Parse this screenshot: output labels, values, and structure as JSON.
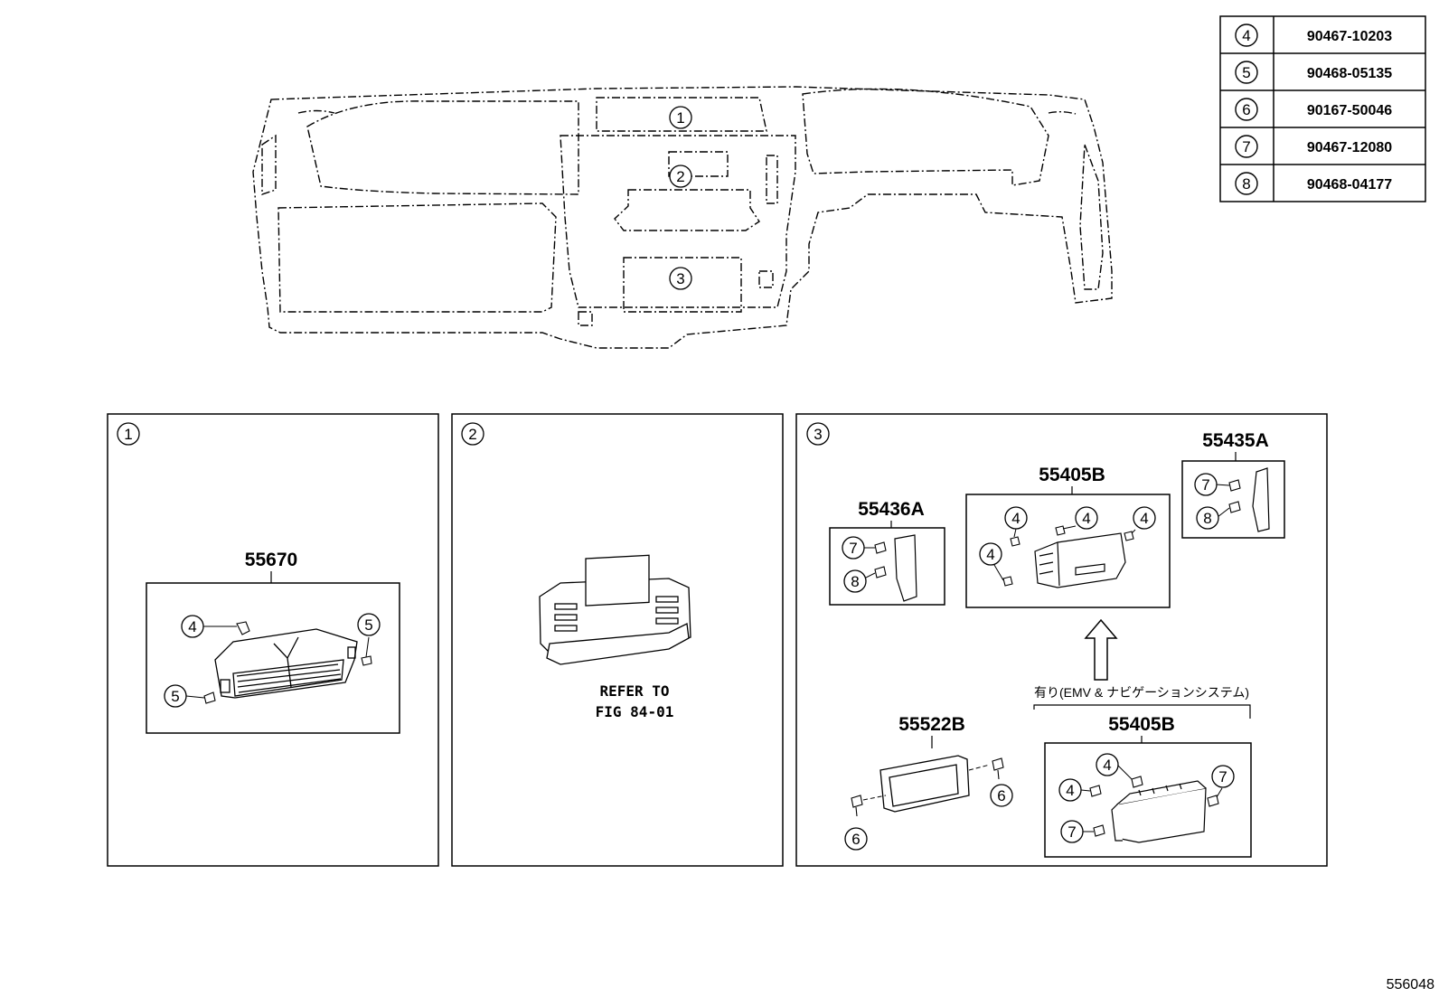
{
  "part_table": [
    {
      "ref": "4",
      "part": "90467-10203"
    },
    {
      "ref": "5",
      "part": "90468-05135"
    },
    {
      "ref": "6",
      "part": "90167-50046"
    },
    {
      "ref": "7",
      "part": "90467-12080"
    },
    {
      "ref": "8",
      "part": "90468-04177"
    }
  ],
  "overview": {
    "callouts": [
      "1",
      "2",
      "3"
    ]
  },
  "panel1": {
    "index": "1",
    "part_number": "55670",
    "callouts": [
      "4",
      "5",
      "5"
    ]
  },
  "panel2": {
    "index": "2",
    "note_line1": "REFER TO",
    "note_line2": "FIG 84-01"
  },
  "panel3": {
    "index": "3",
    "part_55436a": "55436A",
    "part_55405b_top": "55405B",
    "part_55435a": "55435A",
    "part_55522b": "55522B",
    "part_55405b_bottom": "55405B",
    "condition_note": "有り(EMV & ナビゲーションシステム)",
    "c_55436a": [
      "7",
      "8"
    ],
    "c_55435a": [
      "7",
      "8"
    ],
    "c_55405b_top": [
      "4",
      "4",
      "4",
      "4"
    ],
    "c_55522b": [
      "6",
      "6"
    ],
    "c_55405b_bottom": [
      "4",
      "4",
      "7",
      "7"
    ]
  },
  "figure_id": "556048"
}
